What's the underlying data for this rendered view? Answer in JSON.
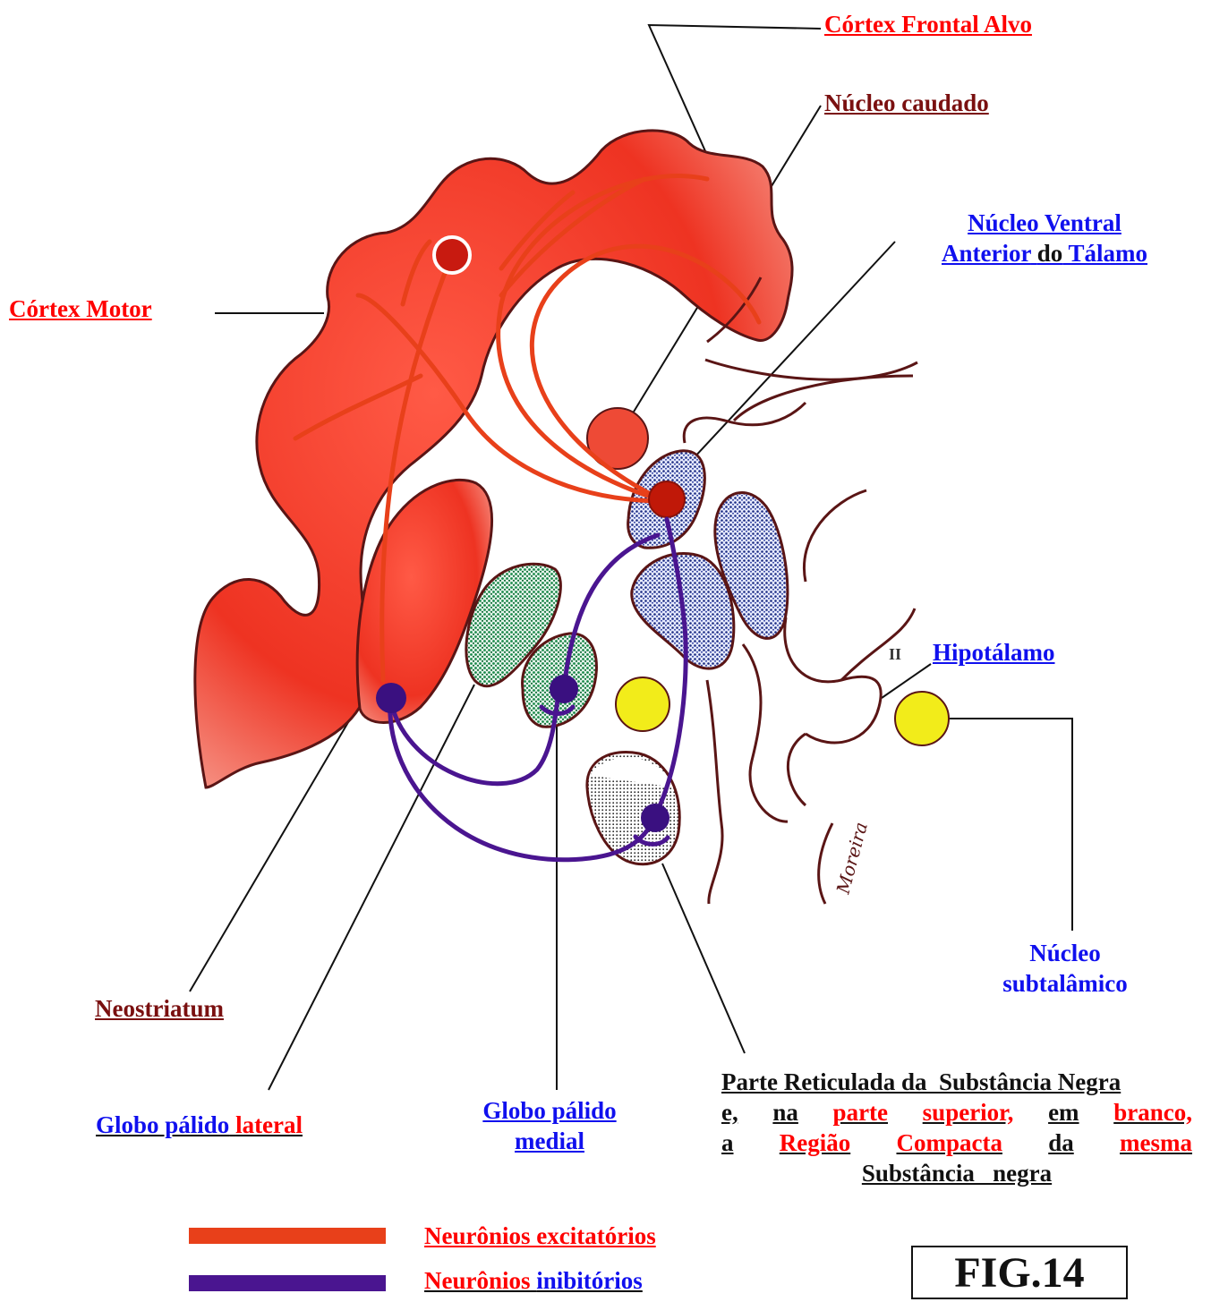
{
  "labels": {
    "cortex_frontal": "Córtex Frontal Alvo",
    "nucleo_caudado": "Núcleo caudado",
    "nucleo_ventral_1": "Núcleo Ventral",
    "nucleo_ventral_2a": "Anterior",
    "nucleo_ventral_2b": "do",
    "nucleo_ventral_2c": "Tálamo",
    "cortex_motor": "Córtex Motor",
    "hipotalamo": "Hipotálamo",
    "nucleo_subtalamico_1": "Núcleo",
    "nucleo_subtalamico_2": "subtalâmico",
    "neostriatum": "Neostriatum",
    "globo_lateral_a": "Globo pálido",
    "globo_lateral_b": "lateral",
    "globo_medial_1": "Globo pálido",
    "globo_medial_2": "medial",
    "sn_line1": "Parte Reticulada da  Substância Negra",
    "sn_line2": [
      "e,",
      "na",
      "parte",
      "superior,",
      "em",
      "branco,"
    ],
    "sn_line3": [
      "a",
      "Região",
      "Compacta",
      "da",
      "mesma"
    ],
    "sn_line4": "Substância   negra"
  },
  "legend": {
    "excitatory": "Neurônios excitatórios",
    "inhibitory_a": "Neurônios",
    "inhibitory_b": "inibitórios",
    "excitatory_color": "#e8401a",
    "inhibitory_color": "#4a1590"
  },
  "figure_id": "FIG.14",
  "signature": "Moreira",
  "colors": {
    "cortex": "#ee3322",
    "nucleus_blue": "#1a2a80",
    "pallidum_green": "#1a8a4a",
    "subthalamic_yellow": "#f2ec1a",
    "outline": "#5a1515"
  }
}
